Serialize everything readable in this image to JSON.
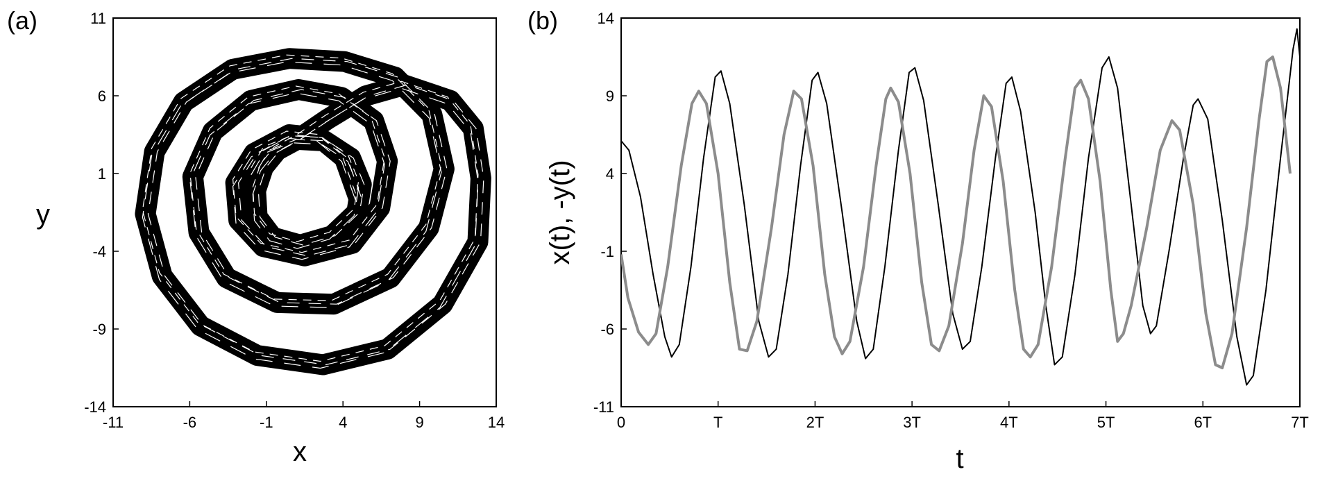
{
  "chart_data": [
    {
      "panel_label": "(a)",
      "type": "line",
      "xlabel": "x",
      "ylabel": "y",
      "xlim": [
        -11,
        14
      ],
      "ylim": [
        -14,
        11
      ],
      "xticks": [
        -11,
        -6,
        -1,
        4,
        9,
        14
      ],
      "yticks": [
        -14,
        -9,
        -4,
        1,
        6,
        11
      ],
      "xtick_labels": [
        "-11",
        "-6",
        "-1",
        "4",
        "9",
        "14"
      ],
      "ytick_labels": [
        "-14",
        "-9",
        "-4",
        "1",
        "6",
        "11"
      ],
      "grid": false,
      "series": [
        {
          "color": "#000000",
          "points_xy": [
            [
              5.0,
              -0.5
            ],
            [
              4.1,
              2.0
            ],
            [
              2.5,
              3.3
            ],
            [
              0.5,
              3.5
            ],
            [
              -1.8,
              2.3
            ],
            [
              -3.0,
              0.4
            ],
            [
              -2.8,
              -2.0
            ],
            [
              -1.2,
              -3.7
            ],
            [
              1.5,
              -4.3
            ],
            [
              4.6,
              -3.5
            ],
            [
              6.4,
              -1.2
            ],
            [
              6.9,
              1.8
            ],
            [
              6.0,
              4.4
            ],
            [
              3.9,
              5.9
            ],
            [
              1.1,
              6.4
            ],
            [
              -2.0,
              5.7
            ],
            [
              -4.5,
              3.7
            ],
            [
              -5.8,
              0.8
            ],
            [
              -5.4,
              -2.8
            ],
            [
              -3.6,
              -5.7
            ],
            [
              -0.3,
              -7.3
            ],
            [
              3.4,
              -7.4
            ],
            [
              7.1,
              -5.7
            ],
            [
              9.6,
              -2.5
            ],
            [
              10.6,
              1.3
            ],
            [
              9.8,
              4.8
            ],
            [
              7.4,
              7.2
            ],
            [
              4.1,
              8.2
            ],
            [
              0.5,
              8.4
            ],
            [
              -3.2,
              7.7
            ],
            [
              -6.4,
              5.6
            ],
            [
              -8.3,
              2.4
            ],
            [
              -8.9,
              -1.6
            ],
            [
              -7.8,
              -5.6
            ],
            [
              -5.3,
              -8.8
            ],
            [
              -1.6,
              -10.7
            ],
            [
              2.7,
              -11.3
            ],
            [
              6.9,
              -10.3
            ],
            [
              10.5,
              -7.4
            ],
            [
              12.8,
              -3.4
            ],
            [
              13.0,
              0.7
            ],
            [
              12.5,
              3.9
            ],
            [
              11.0,
              5.7
            ],
            [
              8.0,
              6.7
            ],
            [
              5.5,
              6.0
            ],
            [
              3.0,
              4.5
            ],
            [
              1.2,
              3.3
            ],
            [
              -0.3,
              2.5
            ],
            [
              -1.2,
              1.4
            ],
            [
              -1.7,
              -0.1
            ],
            [
              -1.6,
              -1.8
            ],
            [
              -0.6,
              -3.1
            ],
            [
              1.2,
              -3.6
            ],
            [
              3.3,
              -3.0
            ],
            [
              4.9,
              -1.5
            ],
            [
              5.2,
              0.3
            ],
            [
              4.5,
              2.0
            ],
            [
              2.8,
              3.1
            ],
            [
              0.8,
              3.2
            ],
            [
              -1.0,
              2.5
            ],
            [
              -1.9,
              1.0
            ]
          ]
        }
      ]
    },
    {
      "panel_label": "(b)",
      "type": "line",
      "xlabel": "t",
      "ylabel": "x(t), -y(t)",
      "xlim": [
        0,
        7
      ],
      "ylim": [
        -11,
        14
      ],
      "xticks": [
        0,
        1,
        2,
        3,
        4,
        5,
        6,
        7
      ],
      "yticks": [
        -11,
        -6,
        -1,
        4,
        9,
        14
      ],
      "xtick_labels": [
        "0",
        "T",
        "2T",
        "3T",
        "4T",
        "5T",
        "6T",
        "7T"
      ],
      "ytick_labels": [
        "-11",
        "-6",
        "-1",
        "4",
        "9",
        "14"
      ],
      "x_unit": "T",
      "grid": false,
      "series": [
        {
          "color": "#000000",
          "points": [
            [
              0,
              6.1
            ],
            [
              0.08,
              5.5
            ],
            [
              0.2,
              2.5
            ],
            [
              0.33,
              -2.5
            ],
            [
              0.45,
              -6.5
            ],
            [
              0.52,
              -7.8
            ],
            [
              0.6,
              -7.0
            ],
            [
              0.72,
              -2.0
            ],
            [
              0.85,
              5.0
            ],
            [
              0.97,
              10.2
            ],
            [
              1.03,
              10.6
            ],
            [
              1.12,
              8.5
            ],
            [
              1.27,
              2.0
            ],
            [
              1.42,
              -5.5
            ],
            [
              1.52,
              -7.8
            ],
            [
              1.6,
              -7.3
            ],
            [
              1.72,
              -2.5
            ],
            [
              1.85,
              4.5
            ],
            [
              1.97,
              10.0
            ],
            [
              2.03,
              10.5
            ],
            [
              2.12,
              8.5
            ],
            [
              2.28,
              1.5
            ],
            [
              2.43,
              -5.5
            ],
            [
              2.52,
              -7.9
            ],
            [
              2.6,
              -7.3
            ],
            [
              2.72,
              -2.0
            ],
            [
              2.86,
              5.5
            ],
            [
              2.97,
              10.5
            ],
            [
              3.03,
              10.8
            ],
            [
              3.12,
              8.7
            ],
            [
              3.27,
              2.0
            ],
            [
              3.42,
              -5.0
            ],
            [
              3.52,
              -7.3
            ],
            [
              3.6,
              -6.8
            ],
            [
              3.72,
              -2.0
            ],
            [
              3.86,
              5.0
            ],
            [
              3.97,
              9.8
            ],
            [
              4.03,
              10.2
            ],
            [
              4.12,
              8.0
            ],
            [
              4.27,
              1.5
            ],
            [
              4.38,
              -4.5
            ],
            [
              4.47,
              -8.3
            ],
            [
              4.55,
              -7.8
            ],
            [
              4.68,
              -2.5
            ],
            [
              4.82,
              5.0
            ],
            [
              4.96,
              10.8
            ],
            [
              5.03,
              11.5
            ],
            [
              5.12,
              9.5
            ],
            [
              5.26,
              2.0
            ],
            [
              5.38,
              -4.5
            ],
            [
              5.46,
              -6.3
            ],
            [
              5.52,
              -5.8
            ],
            [
              5.65,
              -1.0
            ],
            [
              5.8,
              5.0
            ],
            [
              5.9,
              8.4
            ],
            [
              5.95,
              8.8
            ],
            [
              6.05,
              7.5
            ],
            [
              6.2,
              1.0
            ],
            [
              6.35,
              -6.5
            ],
            [
              6.45,
              -9.6
            ],
            [
              6.52,
              -9.0
            ],
            [
              6.65,
              -3.5
            ],
            [
              6.8,
              5.0
            ],
            [
              6.93,
              12.0
            ],
            [
              6.97,
              13.3
            ],
            [
              7.0,
              11.5
            ],
            [
              7.0,
              -4.5
            ]
          ]
        },
        {
          "color": "#8c8c8c",
          "points": [
            [
              0,
              -1.2
            ],
            [
              0.07,
              -4.0
            ],
            [
              0.18,
              -6.2
            ],
            [
              0.28,
              -7.0
            ],
            [
              0.36,
              -6.3
            ],
            [
              0.48,
              -2.0
            ],
            [
              0.62,
              4.5
            ],
            [
              0.73,
              8.5
            ],
            [
              0.8,
              9.3
            ],
            [
              0.88,
              8.5
            ],
            [
              1.0,
              4.0
            ],
            [
              1.12,
              -3.0
            ],
            [
              1.22,
              -7.3
            ],
            [
              1.3,
              -7.4
            ],
            [
              1.4,
              -5.5
            ],
            [
              1.55,
              0.5
            ],
            [
              1.68,
              6.5
            ],
            [
              1.78,
              9.3
            ],
            [
              1.86,
              8.8
            ],
            [
              1.98,
              4.5
            ],
            [
              2.1,
              -2.5
            ],
            [
              2.2,
              -6.5
            ],
            [
              2.28,
              -7.6
            ],
            [
              2.36,
              -6.8
            ],
            [
              2.5,
              -2.0
            ],
            [
              2.63,
              4.5
            ],
            [
              2.73,
              8.8
            ],
            [
              2.78,
              9.5
            ],
            [
              2.86,
              8.6
            ],
            [
              2.98,
              4.0
            ],
            [
              3.1,
              -3.0
            ],
            [
              3.2,
              -7.0
            ],
            [
              3.28,
              -7.4
            ],
            [
              3.38,
              -5.8
            ],
            [
              3.52,
              -0.5
            ],
            [
              3.64,
              5.5
            ],
            [
              3.74,
              9.0
            ],
            [
              3.82,
              8.3
            ],
            [
              3.94,
              3.5
            ],
            [
              4.06,
              -3.5
            ],
            [
              4.15,
              -7.3
            ],
            [
              4.22,
              -7.8
            ],
            [
              4.3,
              -7.0
            ],
            [
              4.44,
              -2.0
            ],
            [
              4.58,
              5.0
            ],
            [
              4.68,
              9.5
            ],
            [
              4.74,
              10.0
            ],
            [
              4.82,
              8.8
            ],
            [
              4.94,
              3.5
            ],
            [
              5.05,
              -3.5
            ],
            [
              5.12,
              -6.8
            ],
            [
              5.18,
              -6.3
            ],
            [
              5.26,
              -4.5
            ],
            [
              5.42,
              0.5
            ],
            [
              5.56,
              5.5
            ],
            [
              5.68,
              7.4
            ],
            [
              5.76,
              6.8
            ],
            [
              5.9,
              2.0
            ],
            [
              6.03,
              -5.0
            ],
            [
              6.13,
              -8.3
            ],
            [
              6.2,
              -8.5
            ],
            [
              6.3,
              -6.3
            ],
            [
              6.45,
              0.5
            ],
            [
              6.58,
              7.5
            ],
            [
              6.66,
              11.2
            ],
            [
              6.72,
              11.5
            ],
            [
              6.8,
              9.5
            ],
            [
              6.9,
              4.0
            ]
          ]
        }
      ]
    }
  ]
}
